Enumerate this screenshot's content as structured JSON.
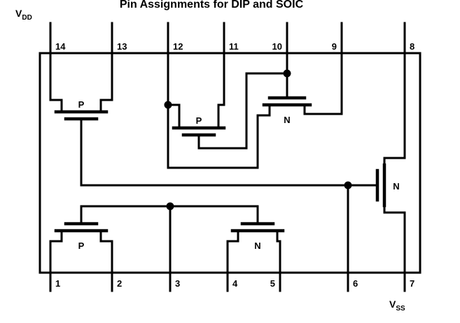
{
  "title": "Pin Assignments for DIP and SOIC",
  "power": {
    "vdd": {
      "base": "V",
      "sub": "DD"
    },
    "vss": {
      "base": "V",
      "sub": "SS"
    }
  },
  "pins": {
    "top": [
      "14",
      "13",
      "12",
      "11",
      "10",
      "9",
      "8"
    ],
    "bottom": [
      "1",
      "2",
      "3",
      "4",
      "5",
      "6",
      "7"
    ]
  },
  "transistors": {
    "p1": {
      "label": "P"
    },
    "p3": {
      "label": "P"
    },
    "n3": {
      "label": "N"
    },
    "n1": {
      "label": "N"
    },
    "p2": {
      "label": "P"
    },
    "n2": {
      "label": "N"
    }
  },
  "colors": {
    "line": "#000000",
    "background": "#ffffff"
  }
}
